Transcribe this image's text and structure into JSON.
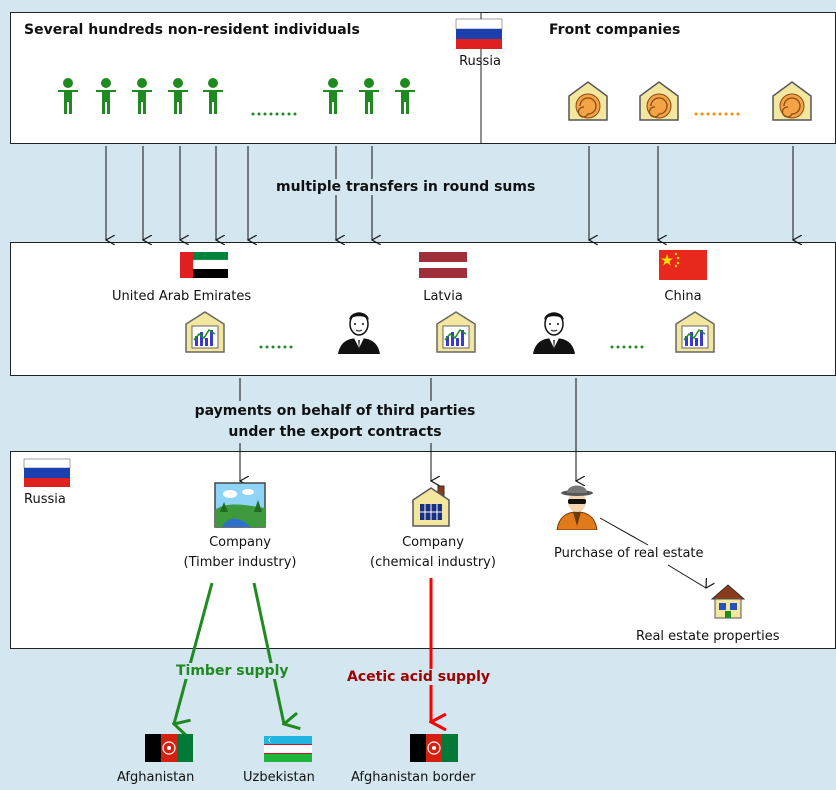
{
  "top": {
    "individuals_label": "Several hundreds non-resident individuals",
    "country": "Russia",
    "companies_label": "Front companies"
  },
  "transfers_label": "multiple transfers in round sums",
  "middle": {
    "uae": "United Arab Emirates",
    "latvia": "Latvia",
    "china": "China"
  },
  "payments_label_line1": "payments on behalf of third parties",
  "payments_label_line2": "under the export contracts",
  "bottom": {
    "country": "Russia",
    "timber_company_line1": "Company",
    "timber_company_line2": "(Timber industry)",
    "chemical_company_line1": "Company",
    "chemical_company_line2": "(chemical industry)",
    "purchase_label": "Purchase of real estate",
    "real_estate_label": "Real estate properties"
  },
  "supplies": {
    "timber": "Timber supply",
    "acetic": "Acetic acid supply"
  },
  "destinations": {
    "afghanistan": "Afghanistan",
    "uzbekistan": "Uzbekistan",
    "afghanistan_border": "Afghanistan border"
  },
  "colors": {
    "background": "#d4e6f0",
    "person_green": "#1f8a1f",
    "timber_arrow": "#1f8a1f",
    "acetic_arrow": "#ff0000",
    "timber_text": "#1f8a1f",
    "acetic_text": "#a00000",
    "dots_green": "#1f8a1f",
    "dots_orange": "#ff8c00"
  },
  "icons": {
    "person": "person-icon",
    "front_company": "shell-company-icon",
    "bank": "bank-chart-icon",
    "businessman": "businessman-icon",
    "spy": "spy-icon",
    "house": "house-icon",
    "factory": "factory-icon",
    "landscape": "landscape-icon"
  }
}
